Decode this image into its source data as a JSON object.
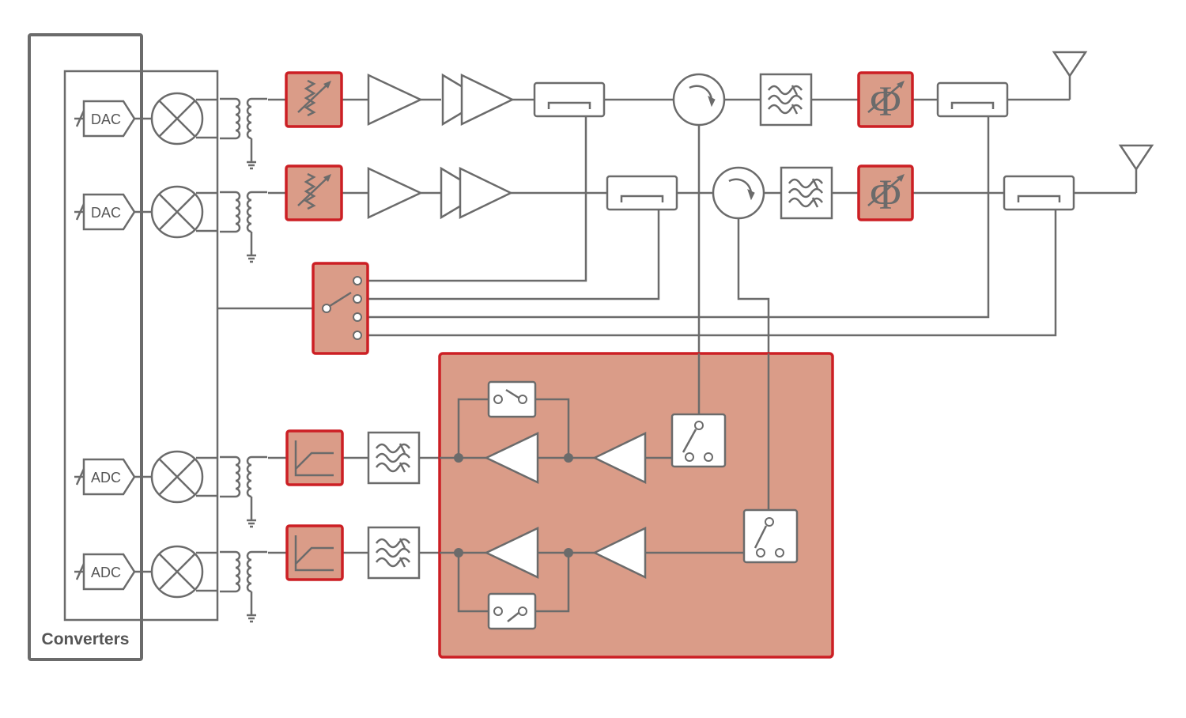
{
  "converters": {
    "label": "Converters",
    "dac_label": "DAC",
    "adc_label": "ADC"
  },
  "phase_symbol": "Φ",
  "colors": {
    "highlight_fill": "#da9c88",
    "highlight_stroke": "#cc1f24",
    "line": "#6b6b6b"
  }
}
